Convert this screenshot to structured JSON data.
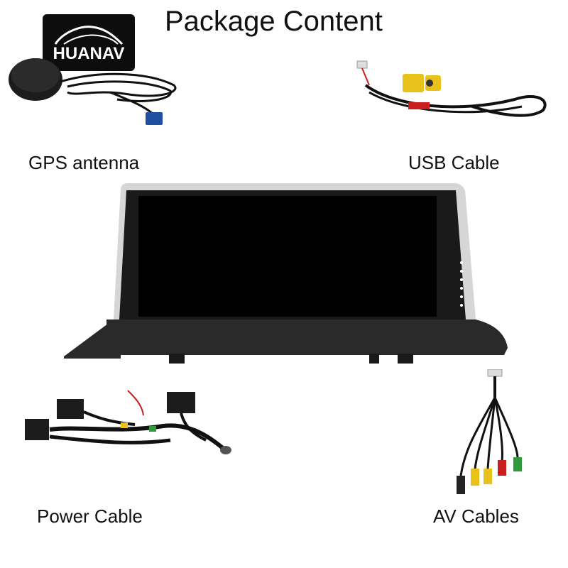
{
  "header": {
    "title": "Package Content"
  },
  "logo": {
    "brand": "HUANAV"
  },
  "items": [
    {
      "label": "GPS antenna",
      "icon": "gps-antenna-icon"
    },
    {
      "label": "USB Cable",
      "icon": "usb-cable-icon"
    },
    {
      "label": "Power Cable",
      "icon": "power-cable-icon"
    },
    {
      "label": "AV Cables",
      "icon": "av-cables-icon"
    }
  ],
  "product": {
    "icon": "car-stereo-display-icon"
  },
  "colors": {
    "background": "#ffffff",
    "cable": "#111111",
    "screen": "#000000",
    "bezel": "#2a2a2a",
    "yellow": "#e8c21a",
    "red": "#c81e1e",
    "green": "#2e9a3c",
    "blue": "#1f4fa0"
  }
}
